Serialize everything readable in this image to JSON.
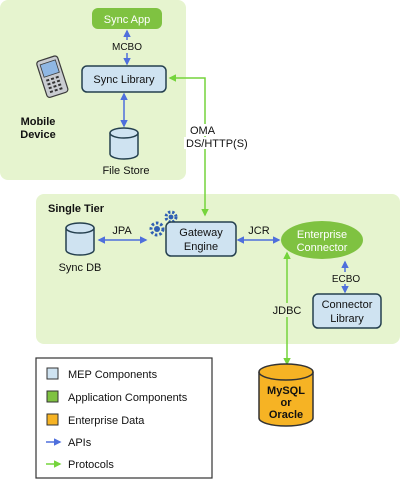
{
  "colors": {
    "region_fill": "#e6f4cf",
    "mep_fill": "#cfe3f1",
    "mep_stroke": "#25404f",
    "app_fill": "#7fc241",
    "data_fill": "#f6b324",
    "api_arrow": "#4f6fdc",
    "protocol_arrow": "#75d43c",
    "text": "#111111",
    "white_text": "#ffffff"
  },
  "mobile_region": {
    "label_line1": "Mobile",
    "label_line2": "Device"
  },
  "single_tier_region": {
    "label": "Single Tier"
  },
  "nodes": {
    "sync_app": "Sync App",
    "sync_library": "Sync Library",
    "file_store": "File Store",
    "sync_db": "Sync DB",
    "gateway_engine_line1": "Gateway",
    "gateway_engine_line2": "Engine",
    "enterprise_connector_line1": "Enterprise",
    "enterprise_connector_line2": "Connector",
    "connector_library_line1": "Connector",
    "connector_library_line2": "Library",
    "database_line1": "MySQL",
    "database_line2": "or",
    "database_line3": "Oracle"
  },
  "edge_labels": {
    "mcbo": "MCBO",
    "oma_line1": "OMA",
    "oma_line2": "DS/HTTP(S)",
    "jpa": "JPA",
    "jcr": "JCR",
    "ecbo": "ECBO",
    "jdbc": "JDBC"
  },
  "legend": {
    "items": [
      {
        "label": "MEP Components",
        "kind": "box",
        "color": "#cfe3f1"
      },
      {
        "label": "Application Components",
        "kind": "box",
        "color": "#7fc241"
      },
      {
        "label": "Enterprise Data",
        "kind": "box",
        "color": "#f6b324"
      },
      {
        "label": "APIs",
        "kind": "arrow",
        "color": "#4f6fdc"
      },
      {
        "label": "Protocols",
        "kind": "arrow",
        "color": "#75d43c"
      }
    ]
  }
}
